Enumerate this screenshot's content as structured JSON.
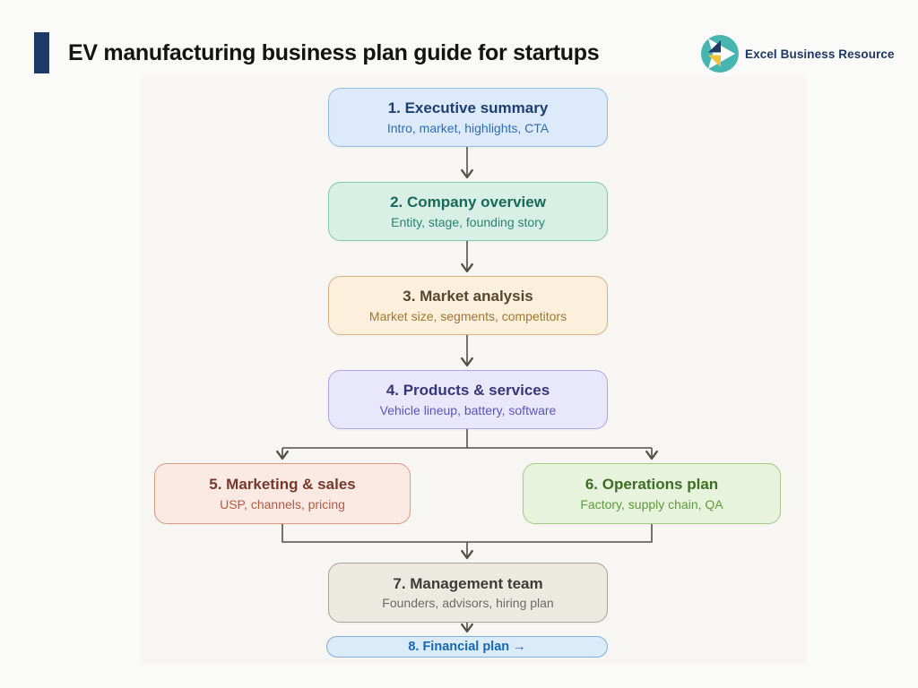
{
  "header": {
    "title": "EV manufacturing business plan guide for startups",
    "brand": "Excel Business Resource"
  },
  "theme": {
    "page_bg": "#fafaf9",
    "panel": "#f7f6f2",
    "accent": "#1b3a68",
    "title_color": "#131313",
    "brand_text": "#1d3764",
    "connector": "#534f49",
    "logo_teal": "#47b6b1",
    "logo_navy": "#1e3a66",
    "logo_yellow": "#f0c33c",
    "logo_white": "#ffffff"
  },
  "flow": {
    "boxes": [
      {
        "title": "1. Executive summary",
        "subtitle": "Intro, market, highlights, CTA",
        "fill": "#dceafb",
        "border": "#94bde8",
        "title_color": "#1d3f72",
        "subtitle_color": "#2f6cb3"
      },
      {
        "title": "2. Company overview",
        "subtitle": "Entity, stage, founding story",
        "fill": "#d8efe5",
        "border": "#83c7ae",
        "title_color": "#17695a",
        "subtitle_color": "#2a8273"
      },
      {
        "title": "3. Market analysis",
        "subtitle": "Market size, segments, competitors",
        "fill": "#fcefdc",
        "border": "#d9b286",
        "title_color": "#54462f",
        "subtitle_color": "#a1762f"
      },
      {
        "title": "4. Products & services",
        "subtitle": "Vehicle lineup, battery, software",
        "fill": "#e8e7fb",
        "border": "#aba6e6",
        "title_color": "#39357a",
        "subtitle_color": "#5c55c0"
      },
      {
        "title": "5. Marketing & sales",
        "subtitle": "USP, channels, pricing",
        "fill": "#faeae3",
        "border": "#d99b82",
        "title_color": "#77392a",
        "subtitle_color": "#b45a40"
      },
      {
        "title": "6. Operations plan",
        "subtitle": "Factory, supply chain, QA",
        "fill": "#e8f3dd",
        "border": "#a5cb87",
        "title_color": "#3c6e26",
        "subtitle_color": "#5d9b3d"
      },
      {
        "title": "7. Management team",
        "subtitle": "Founders, advisors, hiring plan",
        "fill": "#ece9e1",
        "border": "#a8a49a",
        "title_color": "#3f3b35",
        "subtitle_color": "#6e6962"
      },
      {
        "title": "8. Financial plan →",
        "subtitle": "",
        "fill": "#dcebf9",
        "border": "#80aede",
        "title_color": "#1767b1",
        "subtitle_color": "#1767b1"
      }
    ]
  }
}
